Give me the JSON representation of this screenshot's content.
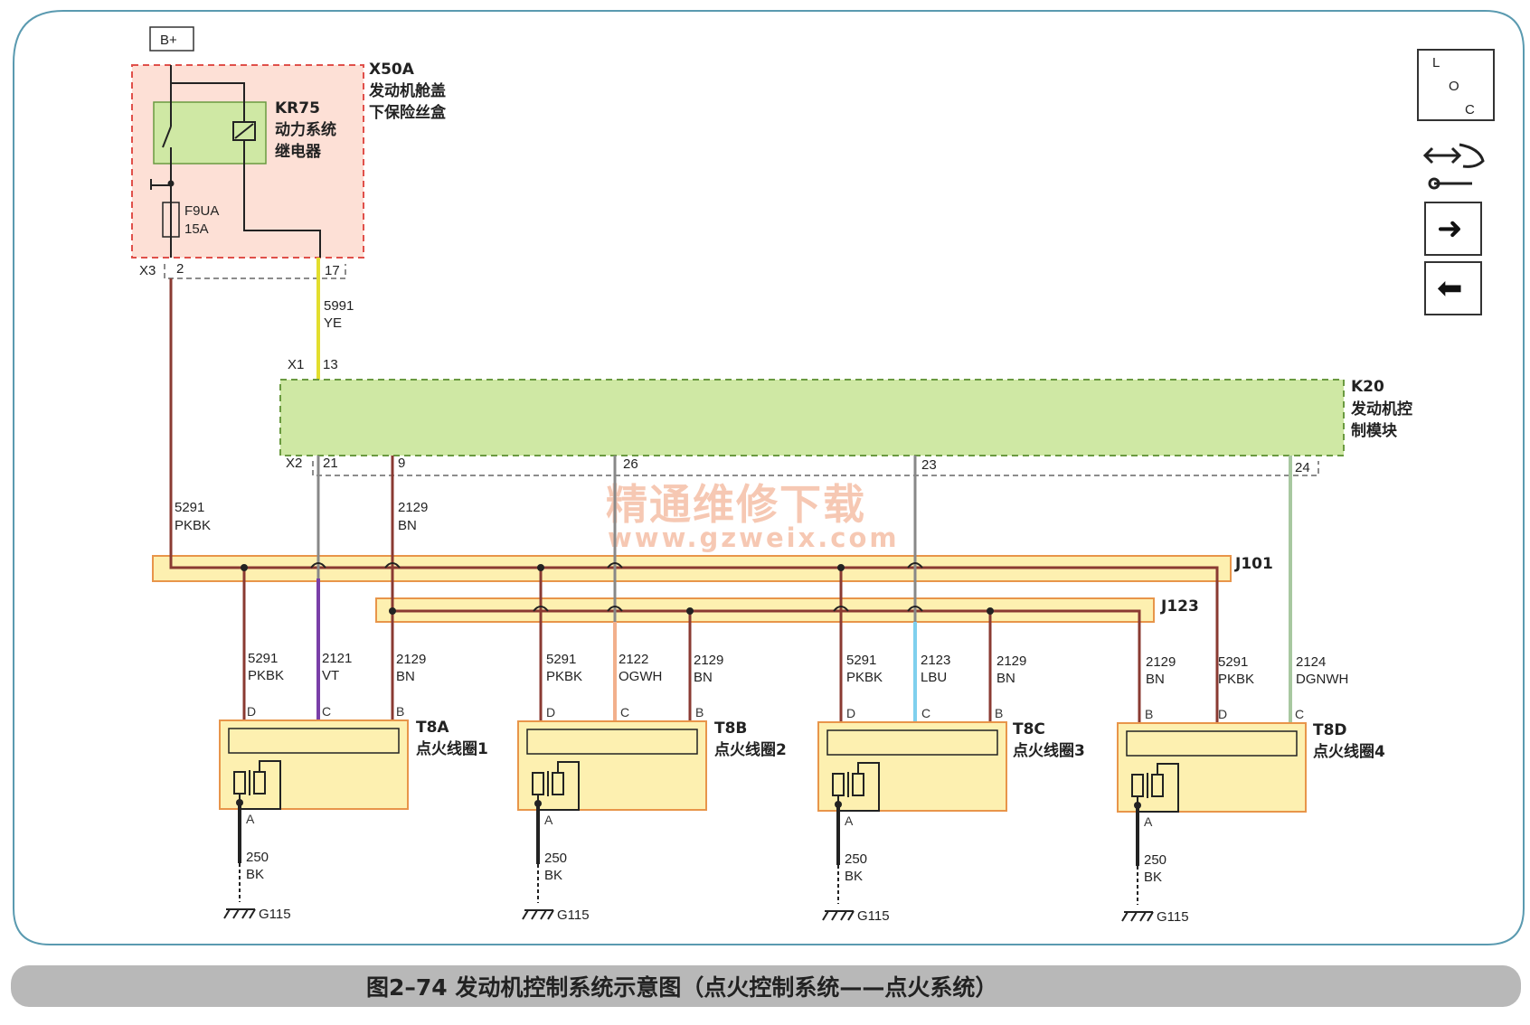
{
  "power": {
    "label": "B+"
  },
  "fuse_box": {
    "id": "X50A",
    "line1": "发动机舱盖",
    "line2": "下保险丝盒"
  },
  "relay": {
    "id": "KR75",
    "line1": "动力系统",
    "line2": "继电器"
  },
  "fuse": {
    "id": "F9UA",
    "rating": "15A"
  },
  "connectors": {
    "x3": {
      "name": "X3",
      "pin_a": "2",
      "pin_b": "17"
    },
    "x1": {
      "name": "X1",
      "pin": "13"
    },
    "x2": {
      "name": "X2",
      "pins": [
        "21",
        "9",
        "26",
        "23",
        "24"
      ]
    }
  },
  "wires_top": [
    {
      "num": "5991",
      "color": "YE"
    },
    {
      "num": "5291",
      "color": "PKBK"
    },
    {
      "num": "2129",
      "color": "BN"
    }
  ],
  "ecm": {
    "id": "K20",
    "line1": "发动机控",
    "line2": "制模块"
  },
  "splices": {
    "j101": "J101",
    "j123": "J123"
  },
  "coils": [
    {
      "id": "T8A",
      "name": "点火线圈1",
      "w1": {
        "num": "5291",
        "color": "PKBK"
      },
      "w2": {
        "num": "2121",
        "color": "VT"
      },
      "w3": {
        "num": "2129",
        "color": "BN"
      },
      "pins": [
        "D",
        "C",
        "B"
      ],
      "pin_a": "A",
      "gnd_wire": {
        "num": "250",
        "color": "BK"
      },
      "ground": "G115"
    },
    {
      "id": "T8B",
      "name": "点火线圈2",
      "w1": {
        "num": "5291",
        "color": "PKBK"
      },
      "w2": {
        "num": "2122",
        "color": "OGWH"
      },
      "w3": {
        "num": "2129",
        "color": "BN"
      },
      "pins": [
        "D",
        "C",
        "B"
      ],
      "pin_a": "A",
      "gnd_wire": {
        "num": "250",
        "color": "BK"
      },
      "ground": "G115"
    },
    {
      "id": "T8C",
      "name": "点火线圈3",
      "w1": {
        "num": "5291",
        "color": "PKBK"
      },
      "w2": {
        "num": "2123",
        "color": "LBU"
      },
      "w3": {
        "num": "2129",
        "color": "BN"
      },
      "pins": [
        "D",
        "C",
        "B"
      ],
      "pin_a": "A",
      "gnd_wire": {
        "num": "250",
        "color": "BK"
      },
      "ground": "G115"
    },
    {
      "id": "T8D",
      "name": "点火线圈4",
      "w1": {
        "num": "2129",
        "color": "BN"
      },
      "w2": {
        "num": "5291",
        "color": "PKBK"
      },
      "w3": {
        "num": "2124",
        "color": "DGNWH"
      },
      "pins": [
        "B",
        "D",
        "C"
      ],
      "pin_a": "A",
      "gnd_wire": {
        "num": "250",
        "color": "BK"
      },
      "ground": "G115"
    }
  ],
  "watermark": {
    "line1": "精通维修下载",
    "line2": "www.gzweix.com"
  },
  "nav_panel": {
    "loc_l": "L",
    "loc_o": "O",
    "loc_c": "C",
    "fwd_arrow": "➜",
    "back_arrow": "⬅",
    "icons": [
      "loc-icon",
      "move-tool-icon",
      "forward-arrow-icon",
      "back-arrow-icon"
    ]
  },
  "caption": {
    "text": "图2–74    发动机控制系统示意图（点火控制系统——点火系统）"
  },
  "colors": {
    "brown": "#8a3a32",
    "violet": "#7a3fa8",
    "orange_white": "#f2b08c",
    "light_blue": "#7fd0ee",
    "dark_green_white": "#a8c8a0",
    "yellow": "#e3de2e",
    "black": "#222222",
    "pink_fill": "#fde0d6",
    "green_fill": "#cfe8a4",
    "coil_fill": "#fdf0b0"
  }
}
